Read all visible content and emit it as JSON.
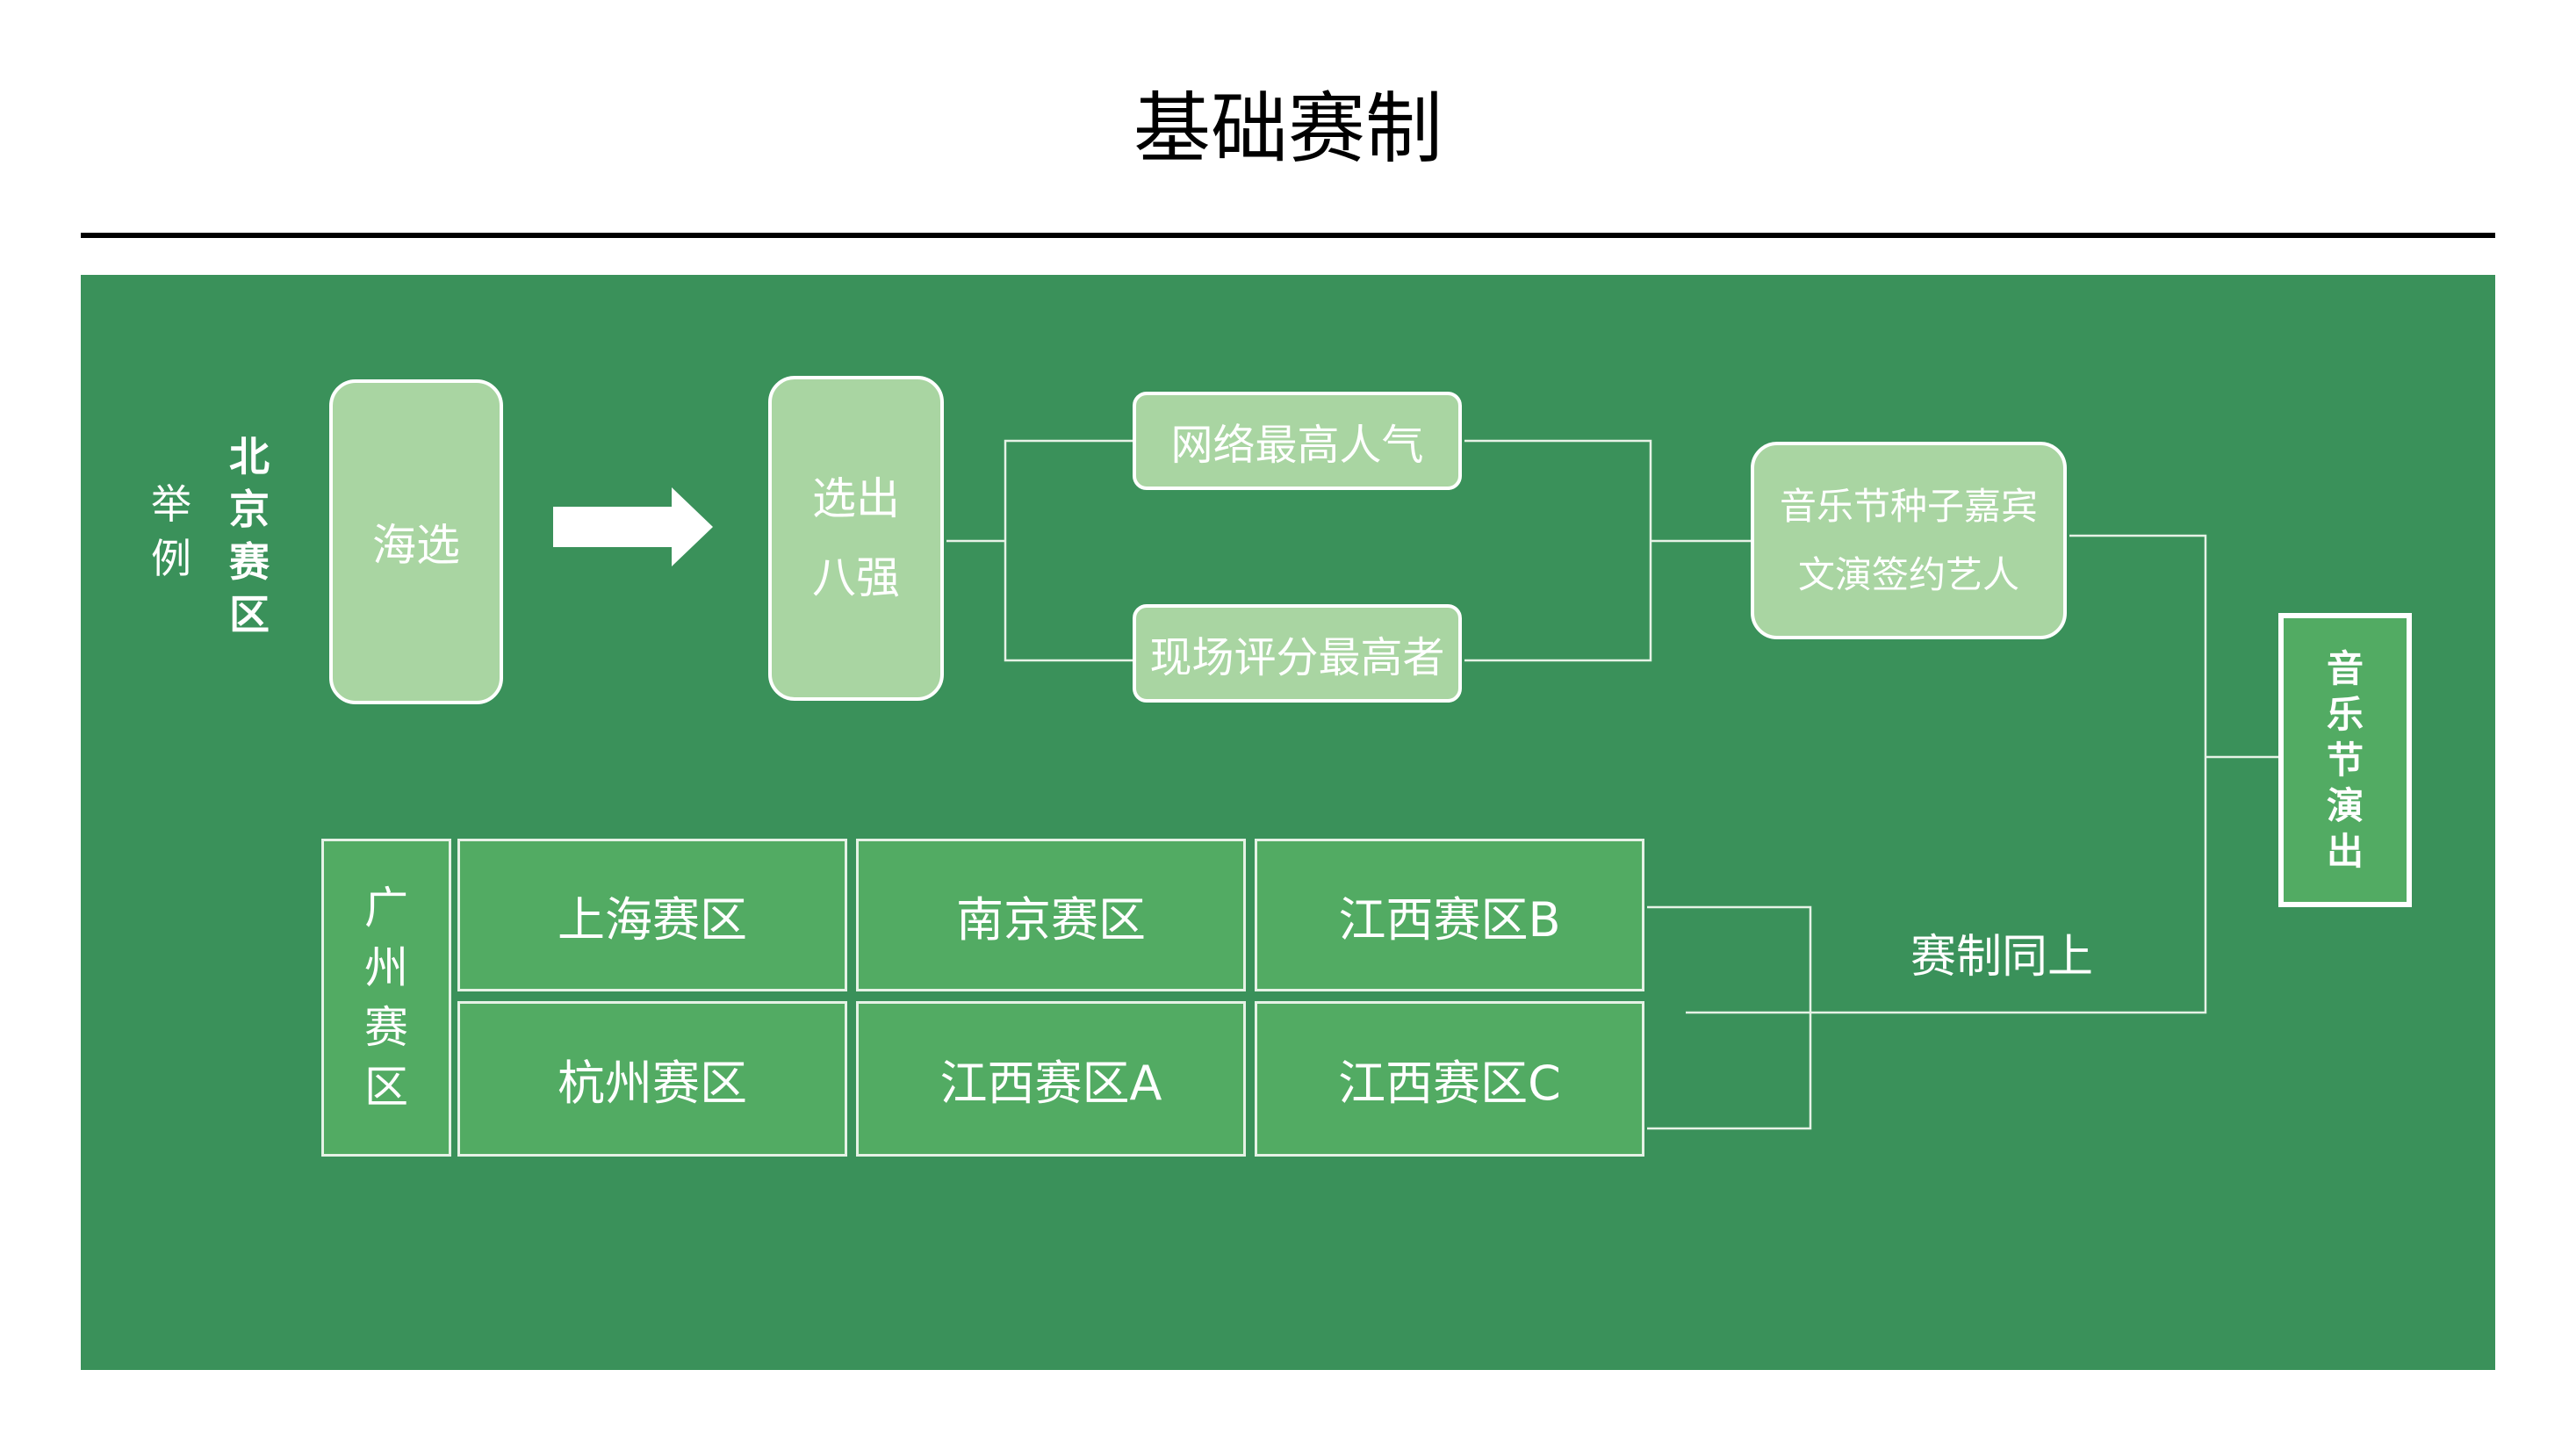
{
  "title": "基础赛制",
  "example": {
    "label_chars": [
      "举",
      "例"
    ],
    "region_chars": [
      "北",
      "京",
      "赛",
      "区"
    ]
  },
  "flow": {
    "haixuan": "海选",
    "top8_chars": [
      "选出",
      "八强"
    ],
    "online": "网络最高人气",
    "onsite": "现场评分最高者",
    "seed_lines": [
      "音乐节种子嘉宾",
      "文演签约艺人"
    ],
    "final_chars": [
      "音",
      "乐",
      "节",
      "演",
      "出"
    ]
  },
  "regions": {
    "guangzhou_chars": [
      "广",
      "州",
      "赛",
      "区"
    ],
    "cells": [
      [
        "上海赛区",
        "南京赛区",
        "江西赛区B"
      ],
      [
        "杭州赛区",
        "江西赛区A",
        "江西赛区C"
      ]
    ],
    "same_rule": "赛制同上"
  },
  "colors": {
    "panel": "#3a915a",
    "light_box": "#a9d5a2",
    "cell": "#52ab63",
    "line": "#e6f2e6"
  },
  "icons": {
    "arrow": "right-arrow-icon"
  }
}
